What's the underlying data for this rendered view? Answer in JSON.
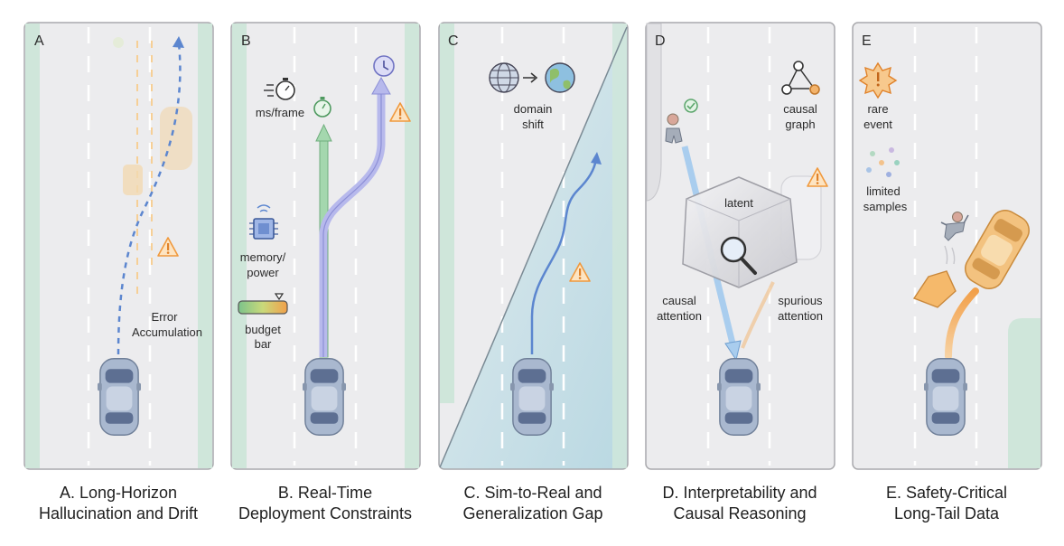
{
  "panels": [
    {
      "letter": "A",
      "labels": {
        "error1": "Error",
        "error2": "Accumulation"
      },
      "caption": [
        "A. Long-Horizon",
        "Hallucination and Drift"
      ]
    },
    {
      "letter": "B",
      "labels": {
        "ms": "ms/frame",
        "mem1": "memory/",
        "mem2": "power",
        "budget1": "budget",
        "budget2": "bar"
      },
      "caption": [
        "B. Real-Time",
        "Deployment Constraints"
      ]
    },
    {
      "letter": "C",
      "labels": {
        "domain1": "domain",
        "domain2": "shift"
      },
      "caption": [
        "C. Sim-to-Real and",
        "Generalization Gap"
      ]
    },
    {
      "letter": "D",
      "labels": {
        "graph1": "causal",
        "graph2": "graph",
        "latent": "latent",
        "causal1": "causal",
        "causal2": "attention",
        "spur1": "spurious",
        "spur2": "attention"
      },
      "caption": [
        "D. Interpretability and",
        "Causal Reasoning"
      ]
    },
    {
      "letter": "E",
      "labels": {
        "rare1": "rare",
        "rare2": "event",
        "lim1": "limited",
        "lim2": "samples"
      },
      "caption": [
        "E. Safety-Critical",
        "Long-Tail Data"
      ]
    }
  ],
  "colors": {
    "road": "#ececee",
    "grass": "#cfe6da",
    "border": "#a9a9ad",
    "dash": "#ffffff",
    "car_body": "#9fb0c8",
    "drift_path": "#5c86cf",
    "green_path": "#7fbf90",
    "purple_path": "#8c8fd6",
    "warning": "#f2a04a",
    "orange_car": "#f3bf78"
  }
}
